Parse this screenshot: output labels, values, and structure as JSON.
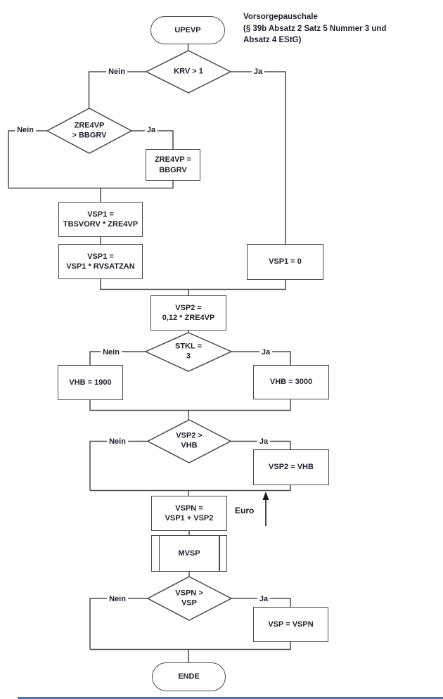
{
  "colors": {
    "line": "#4a4a4a",
    "text": "#1f1f2e",
    "bottom_bar": "#4472c4"
  },
  "annotation": {
    "line1": "Vorsorgepauschale",
    "line2": "(§ 39b Absatz 2 Satz 5 Nummer 3 und",
    "line3": "Absatz 4 EStG)"
  },
  "branch_labels": {
    "yes": "Ja",
    "no": "Nein"
  },
  "axis_label": {
    "euro": "Euro"
  },
  "icons": {
    "euro_axis_arrow": "up-arrow"
  },
  "nodes": {
    "start": {
      "type": "terminal",
      "label": "UPEVP"
    },
    "krv": {
      "type": "decision",
      "line1": "KRV > 1"
    },
    "zre4vp_gt_bbgrv": {
      "type": "decision",
      "line1": "ZRE4VP",
      "line2": "> BBGRV"
    },
    "zre4vp_eq_bbgrv": {
      "type": "process",
      "line1": "ZRE4VP =",
      "line2": "BBGRV"
    },
    "vsp1_tbsvorv": {
      "type": "process",
      "line1": "VSP1 =",
      "line2": "TBSVORV * ZRE4VP"
    },
    "vsp1_rvsatzan": {
      "type": "process",
      "line1": "VSP1 =",
      "line2": "VSP1 * RVSATZAN"
    },
    "vsp1_zero": {
      "type": "process",
      "line1": "VSP1 = 0"
    },
    "vsp2_calc": {
      "type": "process",
      "line1": "VSP2 =",
      "line2": "0,12 * ZRE4VP"
    },
    "stkl": {
      "type": "decision",
      "line1": "STKL =",
      "line2": "3"
    },
    "vhb_1900": {
      "type": "process",
      "line1": "VHB = 1900"
    },
    "vhb_3000": {
      "type": "process",
      "line1": "VHB = 3000"
    },
    "vsp2_gt_vhb": {
      "type": "decision",
      "line1": "VSP2 >",
      "line2": "VHB"
    },
    "vsp2_eq_vhb": {
      "type": "process",
      "line1": "VSP2 = VHB"
    },
    "vspn_sum": {
      "type": "process",
      "line1": "VSPN =",
      "line2": "VSP1 + VSP2"
    },
    "mvsp": {
      "type": "subroutine",
      "line1": "MVSP"
    },
    "vspn_gt_vsp": {
      "type": "decision",
      "line1": "VSPN >",
      "line2": "VSP"
    },
    "vsp_eq_vspn": {
      "type": "process",
      "line1": "VSP = VSPN"
    },
    "end": {
      "type": "terminal",
      "label": "ENDE"
    }
  }
}
